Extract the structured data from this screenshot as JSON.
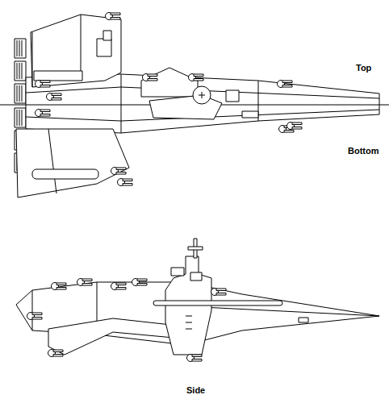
{
  "diagram": {
    "labels": [
      "Top",
      "Bottom",
      "Side"
    ]
  }
}
